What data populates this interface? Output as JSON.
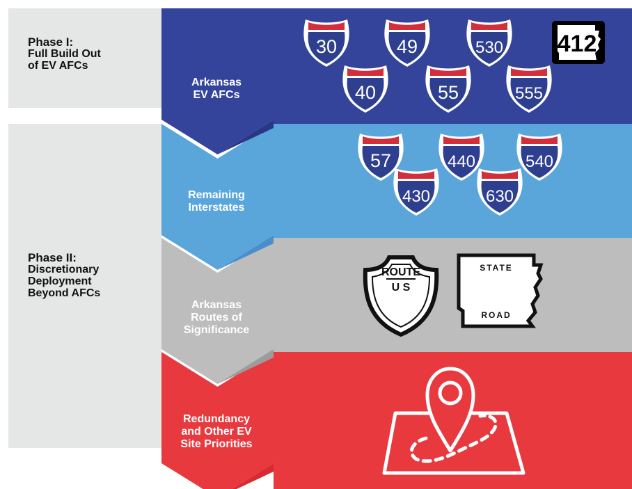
{
  "phases": [
    {
      "title": "Phase I:",
      "lines": [
        "Full Build Out",
        "of EV AFCs"
      ]
    },
    {
      "title": "Phase II:",
      "lines": [
        "Discretionary",
        "Deployment",
        "Beyond AFCs"
      ]
    }
  ],
  "tiers": [
    {
      "label_lines": [
        "Arkansas",
        "EV AFCs"
      ],
      "color": "#34449b",
      "dark": "#2a3787"
    },
    {
      "label_lines": [
        "Remaining",
        "Interstates"
      ],
      "color": "#5aa6da",
      "dark": "#4a8fcb"
    },
    {
      "label_lines": [
        "Arkansas",
        "Routes of",
        "Significance"
      ],
      "color": "#bdbdbd",
      "dark": "#9c9c9c"
    },
    {
      "label_lines": [
        "Redundancy",
        "and Other EV",
        "Site Priorities"
      ],
      "color": "#e8393f",
      "dark": "#d92a34"
    }
  ],
  "tier1_interstates": [
    "30",
    "49",
    "530",
    "40",
    "55",
    "555"
  ],
  "tier1_state_route": "412",
  "tier2_interstates": [
    "57",
    "440",
    "540",
    "430",
    "630"
  ],
  "us_route_sign": {
    "top": "ROUTE",
    "bottom": "U S"
  },
  "state_road_sign": {
    "top": "STATE",
    "bottom": "ROAD"
  },
  "icons": {
    "tier4": "map-pin-route-icon"
  }
}
